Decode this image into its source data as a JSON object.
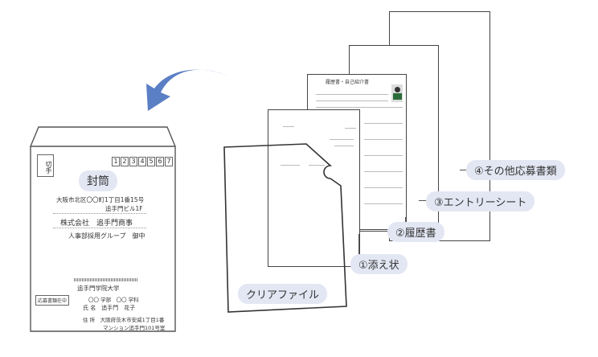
{
  "envelope": {
    "label": "封筒",
    "stamp": "切手",
    "postal_code": [
      "1",
      "2",
      "3",
      "4",
      "5",
      "6",
      "7"
    ],
    "address_line1": "大阪市北区〇〇町1丁目1番15号",
    "address_line2": "追手門ビル1F",
    "company": "株式会社　追手門商事",
    "department": "人事部採用グループ　御中",
    "enclosed": "応募書類在中",
    "school": "追手門学院大学",
    "faculty": "〇〇 学部　〇〇 学科",
    "name": "氏 名　追手門　花子",
    "sender_address1": "住 所　大阪府茨木市安威1丁目1番",
    "sender_address2": "マンション追手門101号室"
  },
  "labels": {
    "file": "クリアファイル",
    "cover": "①添え状",
    "resume": "②履歴書",
    "entry": "③エントリーシート",
    "other": "④その他応募書類"
  },
  "resume_title": "履歴書・自己紹介書",
  "colors": {
    "arrow": "#5b7fc4",
    "pill": "#e3e7f3"
  }
}
